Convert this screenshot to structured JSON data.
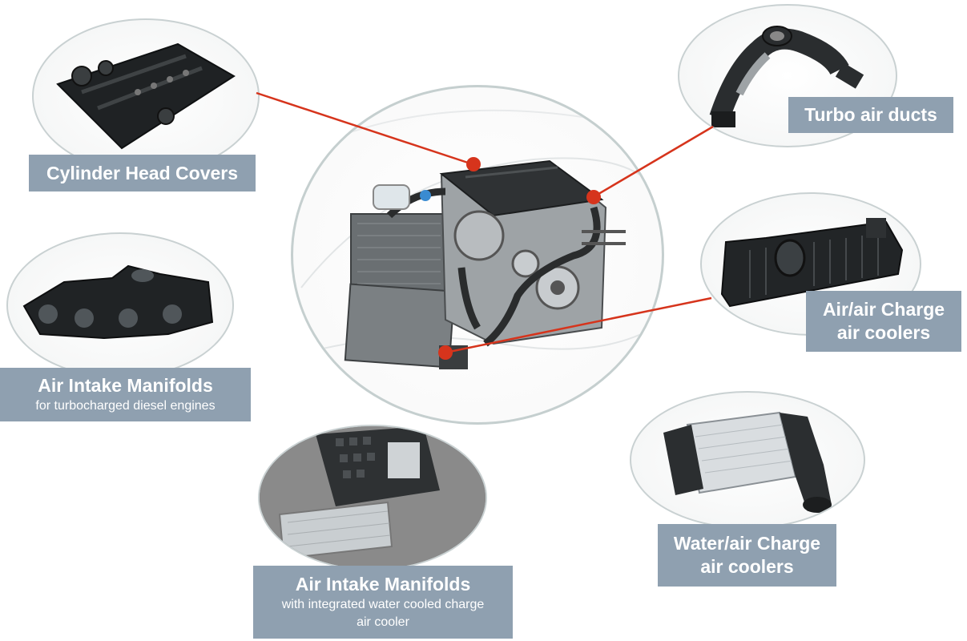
{
  "accent_color": "#d6341c",
  "label_color": "#8fa0b0",
  "labels": {
    "cylinder_head_covers": {
      "main": "Cylinder Head Covers"
    },
    "turbo_air_ducts": {
      "main": "Turbo air ducts"
    },
    "air_intake_manifolds_diesel": {
      "main": "Air Intake Manifolds",
      "sub": "for turbocharged diesel engines"
    },
    "air_air_charge_coolers": {
      "line1": "Air/air Charge",
      "line2": "air coolers"
    },
    "water_air_charge_coolers": {
      "line1": "Water/air Charge",
      "line2": "air coolers"
    },
    "air_intake_manifolds_integrated": {
      "main": "Air Intake Manifolds",
      "sub_line1": "with integrated water cooled charge",
      "sub_line2": "air cooler"
    }
  },
  "icons": {
    "center": "engine-bay-illustration-icon",
    "cylinder_head": "cylinder-head-cover-icon",
    "turbo_duct": "turbo-air-duct-icon",
    "intake_manifold": "intake-manifold-icon",
    "charge_cooler": "charge-air-cooler-icon",
    "water_cooler": "water-air-cooler-icon",
    "integrated_manifold": "integrated-manifold-icon"
  }
}
